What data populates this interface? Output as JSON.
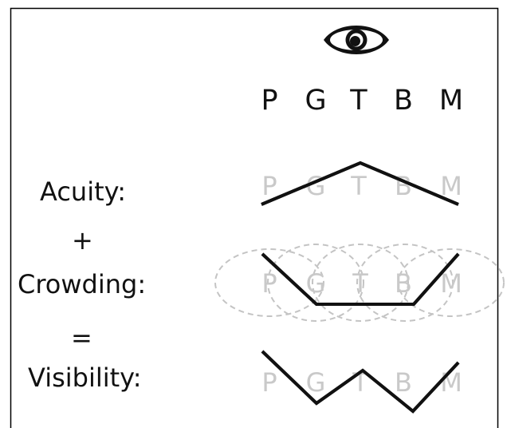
{
  "letters": [
    "P",
    "G",
    "T",
    "B",
    "M"
  ],
  "labels": {
    "acuity": "Acuity:",
    "plus": "+",
    "crowding": "Crowding:",
    "equals": "=",
    "visibility": "Visibility:"
  },
  "icons": {
    "viewer": "eye-icon"
  },
  "colors": {
    "border": "#000000",
    "ink": "#111111",
    "faded_letter": "#c9c9c9",
    "ellipse_dash": "#c4c4c4"
  }
}
